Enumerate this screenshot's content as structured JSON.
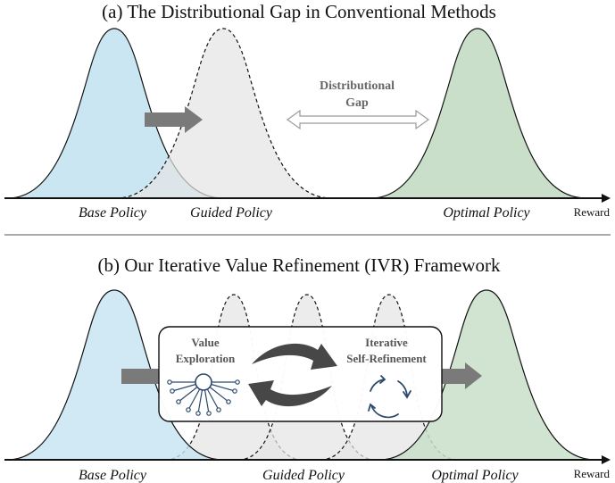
{
  "panel_a": {
    "title": "(a) The Distributional Gap in Conventional Methods",
    "gap_line1": "Distributional",
    "gap_line2": "Gap",
    "base_label": "Base Policy",
    "guided_label": "Guided Policy",
    "optimal_label": "Optimal Policy",
    "axis_label": "Reward"
  },
  "panel_b": {
    "title": "(b) Our Iterative Value Refinement (IVR) Framework",
    "value_line1": "Value",
    "value_line2": "Exploration",
    "refine_line1": "Iterative",
    "refine_line2": "Self-Refinement",
    "base_label": "Base Policy",
    "guided_label": "Guided Policy",
    "optimal_label": "Optimal Policy",
    "axis_label": "Reward"
  },
  "colors": {
    "base_fill": "#c5e3f2",
    "guided_fill": "#e4e4e4",
    "optimal_fill": "#c9dfc9",
    "arrow_gray": "#7a7a7a",
    "cycle_arrow": "#474747",
    "icon_blue": "#2d4a6b"
  }
}
